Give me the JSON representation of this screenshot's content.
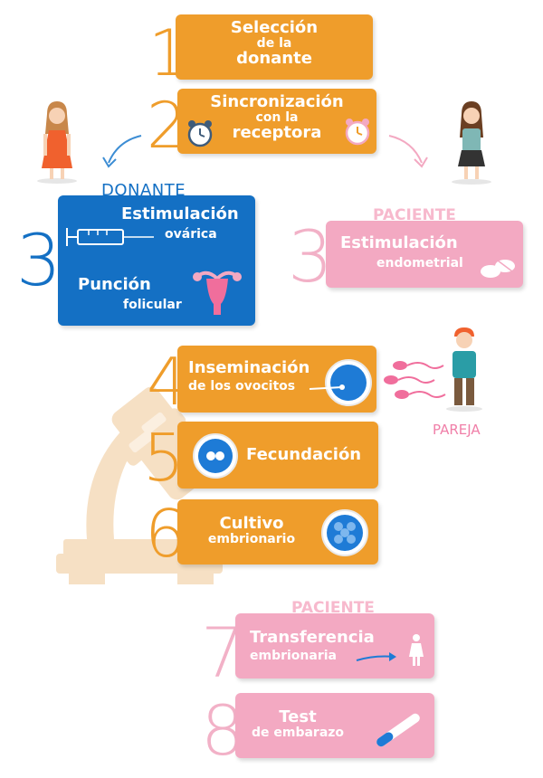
{
  "steps": [
    {
      "num": "1",
      "line1": "Selección",
      "line2": "de la",
      "line3": "donante"
    },
    {
      "num": "2",
      "line1": "Sincronización",
      "line2": "con la",
      "line3": "receptora"
    },
    {
      "num": "3",
      "title": "Estimulación",
      "title2": "ovárica",
      "title3": "Punción",
      "title4": "folicular"
    },
    {
      "num": "3",
      "line1": "Estimulación",
      "line2": "endometrial"
    },
    {
      "num": "4",
      "line1": "Inseminación",
      "line2": "de los ovocitos"
    },
    {
      "num": "5",
      "line1": "Fecundación"
    },
    {
      "num": "6",
      "line1": "Cultivo",
      "line2": "embrionario"
    },
    {
      "num": "7",
      "line1": "Transferencia",
      "line2": "embrionaria"
    },
    {
      "num": "8",
      "line1": "Test",
      "line2": "de embarazo"
    }
  ],
  "labels": {
    "donante": "DONANTE",
    "paciente_top": "PACIENTE",
    "pareja": "PAREJA",
    "paciente_bottom": "PACIENTE"
  },
  "colors": {
    "orange": "#EF9D2B",
    "blue": "#1470C4",
    "pink": "#F3A9C2",
    "pink_text": "#F07FA8"
  }
}
